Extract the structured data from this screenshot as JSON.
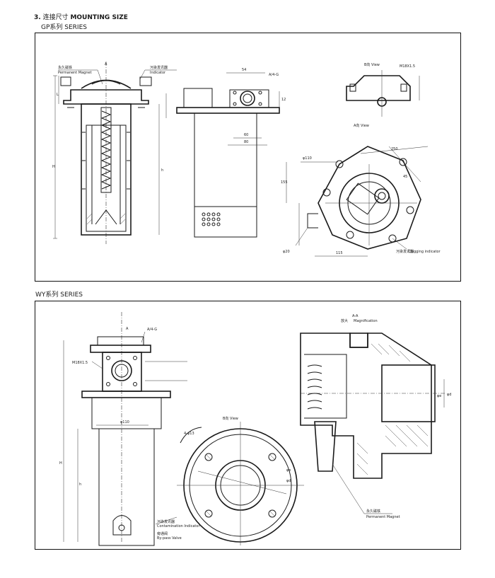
{
  "header": {
    "section_number": "3.",
    "section_title_cn": "连接尺寸",
    "section_title_en": "MOUNTING SIZE",
    "gp_label_a": "GP系列",
    "gp_label_b": "SERIES",
    "wy_label_a": "WY系列",
    "wy_label_b": "SERIES"
  },
  "gp_panel": {
    "magnet_label_cn": "永久磁铁",
    "magnet_label_en": "Permanent Magnet",
    "indicator_label_cn": "污染发讯器",
    "indicator_label_en": "Indicator",
    "thread_label": "A/4-G",
    "b_view": "B向 View",
    "a_view": "A向 View",
    "thread_right": "M18X1.5",
    "clogging_label_cn": "污染发讯器",
    "clogging_label_en": "Clogging indicator",
    "dims": {
      "d54": "54",
      "d12": "12",
      "d80": "80",
      "d60": "60",
      "d110": "φ110",
      "d20": "φ20",
      "dim_115": "115",
      "dim_155": "155",
      "dim_250": "250",
      "dim_45": "45",
      "dim_H": "H",
      "dim_h": "h",
      "dim_L": "L",
      "A": "A"
    }
  },
  "wy_panel": {
    "a_label": "A/4-G",
    "thread_left": "M18X1.5",
    "b_view": "B向 View",
    "scale_label_cn": "放大",
    "scale_label_en": "Magnification",
    "contamination_cn": "污染发讯器",
    "contamination_en": "Contamination Indicator",
    "magnet_cn": "永久磁铁",
    "magnet_en": "Permanent Magnet",
    "by_pass_cn": "旁通阀",
    "by_pass_en": "By-pass Valve",
    "dims": {
      "d110": "φ110",
      "d_phi_e": "φe",
      "d_phi_d": "φd",
      "dim_H": "H",
      "dim_h": "h",
      "A": "A",
      "AA": "A-A",
      "dim_13": "4-φ13"
    }
  }
}
